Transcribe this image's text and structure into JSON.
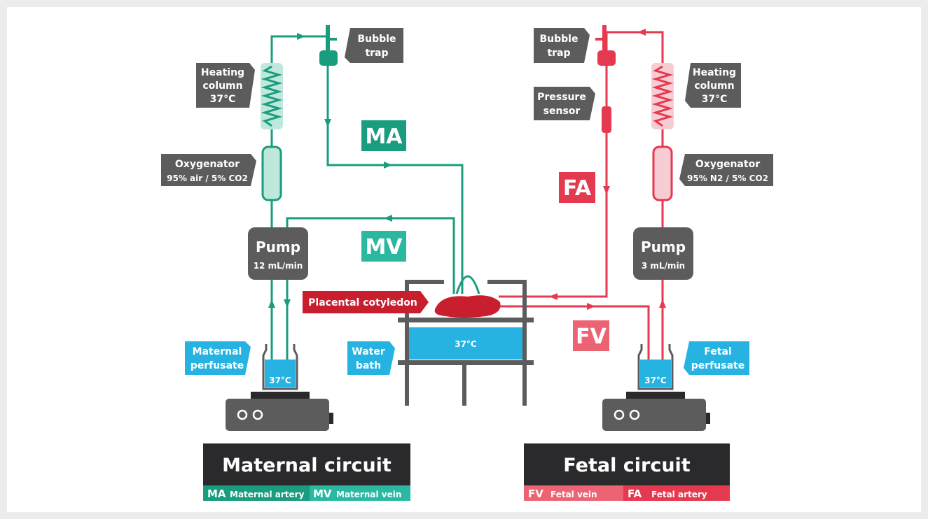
{
  "colors": {
    "maternal": "#1a9c7e",
    "maternal_light": "#2ab8a0",
    "fetal": "#e53950",
    "fetal_light": "#f4a4b0",
    "label_gray": "#5c5c5c",
    "perfusate_blue": "#27b3e2",
    "dark": "#2a2a2c",
    "tissue": "#c81e2d"
  },
  "maternal": {
    "bubble_trap": [
      "Bubble",
      "trap"
    ],
    "heating_column": [
      "Heating",
      "column",
      "37°C"
    ],
    "oxygenator": [
      "Oxygenator",
      "95% air / 5% CO2"
    ],
    "pump": {
      "title": "Pump",
      "rate": "12 mL/min"
    },
    "perfusate": [
      "Maternal",
      "perfusate"
    ],
    "beaker_temp": "37°C",
    "artery_tag": "MA",
    "vein_tag": "MV"
  },
  "fetal": {
    "bubble_trap": [
      "Bubble",
      "trap"
    ],
    "pressure_sensor": [
      "Pressure",
      "sensor"
    ],
    "heating_column": [
      "Heating",
      "column",
      "37°C"
    ],
    "oxygenator": [
      "Oxygenator",
      "95% N2 / 5% CO2"
    ],
    "pump": {
      "title": "Pump",
      "rate": "3 mL/min"
    },
    "perfusate": [
      "Fetal",
      "perfusate"
    ],
    "beaker_temp": "37°C",
    "artery_tag": "FA",
    "vein_tag": "FV"
  },
  "center": {
    "cotyledon_label": "Placental cotyledon",
    "water_bath_label": [
      "Water",
      "bath"
    ],
    "bath_temp": "37°C"
  },
  "legend": {
    "maternal": {
      "title": "Maternal circuit",
      "items": [
        {
          "abbr": "MA",
          "text": "Maternal artery"
        },
        {
          "abbr": "MV",
          "text": "Maternal vein"
        }
      ]
    },
    "fetal": {
      "title": "Fetal circuit",
      "items": [
        {
          "abbr": "FV",
          "text": "Fetal vein"
        },
        {
          "abbr": "FA",
          "text": "Fetal artery"
        }
      ]
    }
  }
}
